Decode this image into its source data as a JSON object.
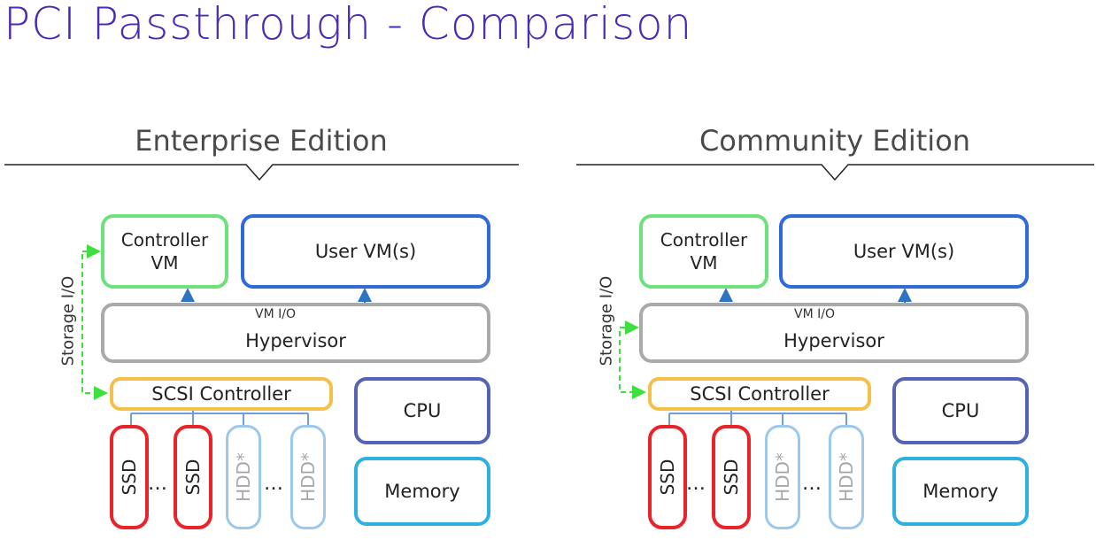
{
  "slide": {
    "title": "PCI Passthrough - Comparison"
  },
  "panels": [
    {
      "edition": "Enterprise Edition",
      "controller_vm": "Controller VM",
      "user_vm": "User VM(s)",
      "vm_io": "VM I/O",
      "hypervisor": "Hypervisor",
      "storage_io": "Storage I/O",
      "scsi": "SCSI Controller",
      "cpu": "CPU",
      "memory": "Memory",
      "disks": [
        "SSD",
        "SSD",
        "HDD*",
        "HDD*"
      ],
      "ellipsis": "…"
    },
    {
      "edition": "Community Edition",
      "controller_vm": "Controller VM",
      "user_vm": "User VM(s)",
      "vm_io": "VM I/O",
      "hypervisor": "Hypervisor",
      "storage_io": "Storage I/O",
      "scsi": "SCSI Controller",
      "cpu": "CPU",
      "memory": "Memory",
      "disks": [
        "SSD",
        "SSD",
        "HDD*",
        "HDD*"
      ],
      "ellipsis": "…"
    }
  ],
  "colors": {
    "title": "#4b2bb5",
    "controller_vm": "#6ee27a",
    "user_vm": "#2e6ad8",
    "hypervisor": "#aaaaaa",
    "scsi": "#f5c04a",
    "cpu": "#5463b4",
    "memory": "#2fb0e0",
    "ssd": "#e8242a",
    "hdd": "#9cc8ec",
    "storage_io_arrow": "#3ee03e",
    "vm_io_arrow": "#2f74c0"
  }
}
